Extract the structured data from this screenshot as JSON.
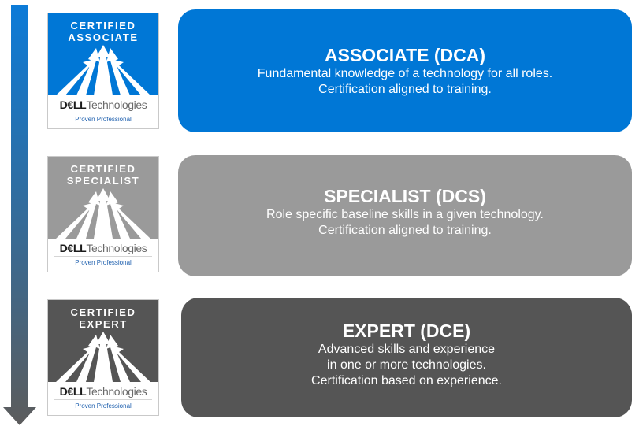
{
  "colors": {
    "associate": "#0077d6",
    "specialist": "#9a9a9a",
    "expert": "#555555",
    "arrow_top": "#0c7bd8",
    "arrow_bottom": "#5c5c5c"
  },
  "levels": [
    {
      "badge": {
        "line1": "CERTIFIED",
        "line2": "ASSOCIATE",
        "brand_bold": "D€LL",
        "brand_rest": "Technologies",
        "tagline": "Proven Professional"
      },
      "title": "ASSOCIATE (DCA)",
      "description": [
        "Fundamental knowledge of a technology for all roles.",
        "Certification aligned to training."
      ]
    },
    {
      "badge": {
        "line1": "CERTIFIED",
        "line2": "SPECIALIST",
        "brand_bold": "D€LL",
        "brand_rest": "Technologies",
        "tagline": "Proven Professional"
      },
      "title": "SPECIALIST (DCS)",
      "description": [
        "Role specific baseline skills in a given technology.",
        "Certification aligned to training."
      ]
    },
    {
      "badge": {
        "line1": "CERTIFIED",
        "line2": "EXPERT",
        "brand_bold": "D€LL",
        "brand_rest": "Technologies",
        "tagline": "Proven Professional"
      },
      "title": "EXPERT (DCE)",
      "description": [
        "Advanced skills and experience",
        "in one or more technologies.",
        "Certification based on experience."
      ]
    }
  ]
}
